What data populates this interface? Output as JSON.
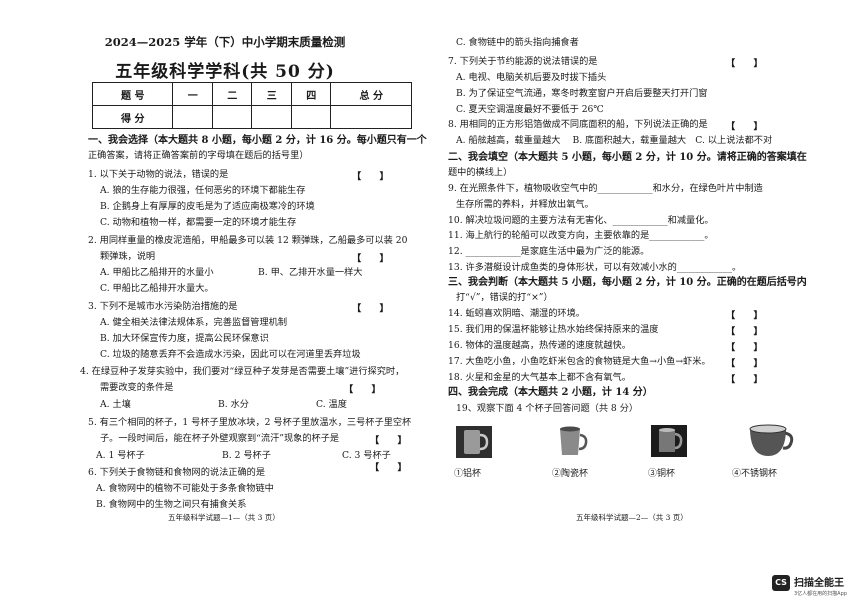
{
  "header": {
    "title": "2024—2025 学年（下）中小学期末质量检测",
    "subtitle": "五年级科学学科(共 50 分)"
  },
  "score_table": {
    "row1": [
      "题 号",
      "一",
      "二",
      "三",
      "四",
      "总 分"
    ],
    "row2_label": "得 分"
  },
  "left": {
    "sec1_line1": "一、我会选择（本大题共 8 小题，每小题 2 分，计 16 分。每小题只有一个",
    "sec1_line2": "正确答案，请将正确答案前的字母填在题后的括号里）",
    "q1": "1. 以下关于动物的说法，错误的是",
    "q1a": "A. 狼的生存能力很强，任何恶劣的环境下都能生存",
    "q1b": "B. 企鹅身上有厚厚的皮毛是为了适应南极寒冷的环境",
    "q1c": "C. 动物和植物一样，都需要一定的环境才能生存",
    "q2": "2. 用同样重量的橡皮泥造船，甲船最多可以装 12 颗弹珠，乙船最多可以装 20",
    "q2b": "颗弹珠，说明",
    "q2oa": "A. 甲船比乙船排开的水量小",
    "q2ob": "B. 甲、乙排开水量一样大",
    "q2oc": "C. 甲船比乙船排开水量大。",
    "q3": "3. 下列不是城市水污染防治措施的是",
    "q3a": "A. 健全相关法律法规体系，完善监督管理机制",
    "q3b": "B. 加大环保宣传力度，提高公民环保意识",
    "q3c": "C. 垃圾的随意丢弃不会造成水污染，因此可以在河道里丢弃垃圾",
    "q4": "4. 在绿豆种子发芽实验中，我们要对“绿豆种子发芽是否需要土壤”进行探究时，",
    "q4b": "需要改变的条件是",
    "q4oa": "A. 土壤",
    "q4ob": "B. 水分",
    "q4oc": "C. 温度",
    "q5": "5. 有三个相同的杯子，1 号杯子里放冰块，2 号杯子里放温水，三号杯子里空杯",
    "q5b": "子。一段时间后，能在杯子外壁观察到“流汗”现象的杯子是",
    "q5oa": "A. 1 号杯子",
    "q5ob": "B. 2 号杯子",
    "q5oc": "C. 3 号杯子",
    "q6": "6. 下列关于食物链和食物网的说法正确的是",
    "q6a": "A. 食物网中的植物不可能处于多条食物链中",
    "q6b": "B. 食物网中的生物之间只有捕食关系",
    "footer": "五年级科学试题—1—（共 3 页）"
  },
  "right": {
    "q6c": "C. 食物链中的箭头指向捕食者",
    "q7": "7. 下列关于节约能源的说法错误的是",
    "q7a": "A. 电视、电脑关机后要及时拔下插头",
    "q7b": "B. 为了保证空气流通，寒冬时教室窗户开启后要整天打开门窗",
    "q7c": "C. 夏天空调温度最好不要低于 26℃",
    "q8": "8. 用相同的正方形铝箔做成不同底面积的船，下列说法正确的是",
    "q8o": "A. 船舷越高，载重量越大　 B. 底面积越大，载重量越大　C. 以上说法都不对",
    "sec2_line1": "二、我会填空（本大题共 5 小题，每小题 2 分，计 10 分。请将正确的答案填在",
    "sec2_line2": "题中的横线上）",
    "q9": "9. 在光照条件下，植物吸收空气中的____________和水分，在绿色叶片中制造",
    "q9b": "生存所需的养料，并释放出氧气。",
    "q10": "10. 解决垃圾问题的主要方法有无害化、____________和减量化。",
    "q11": "11. 海上航行的轮船可以改变方向，主要依靠的是____________。",
    "q12": "12. ____________是家庭生活中最为广泛的能源。",
    "q13": "13. 许多潜艇设计成鱼类的身体形状，可以有效减小水的____________。",
    "sec3_line1": "三、我会判断（本大题共 5 小题，每小题 2 分，计 10 分。正确的在题后括号内",
    "sec3_line2": "打“√”，错误的打“×”）",
    "q14": "14. 蚯蚓喜欢阴暗、潮湿的环境。",
    "q15": "15. 我们用的保温杯能够让热水始终保持原来的温度",
    "q16": "16. 物体的温度越高，热传递的速度就越快。",
    "q17": "17. 大鱼吃小鱼，小鱼吃虾米包含的食物链是大鱼→小鱼→虾米。",
    "q18": "18. 火星和金星的大气基本上都不含有氧气。",
    "sec4": "四、我会完成（本大题共 2 小题，计 14 分）",
    "q19": "19、观察下面 4 个杯子回答问题（共 8 分）",
    "cups": [
      "①铝杯",
      "②陶瓷杯",
      "③铜杯",
      "④不锈钢杯"
    ],
    "footer": "五年级科学试题—2—（共 3 页）"
  },
  "bracket": "【　　】",
  "watermark": {
    "badge": "CS",
    "name": "扫描全能王",
    "sub": "3亿人都在用的扫描App"
  }
}
